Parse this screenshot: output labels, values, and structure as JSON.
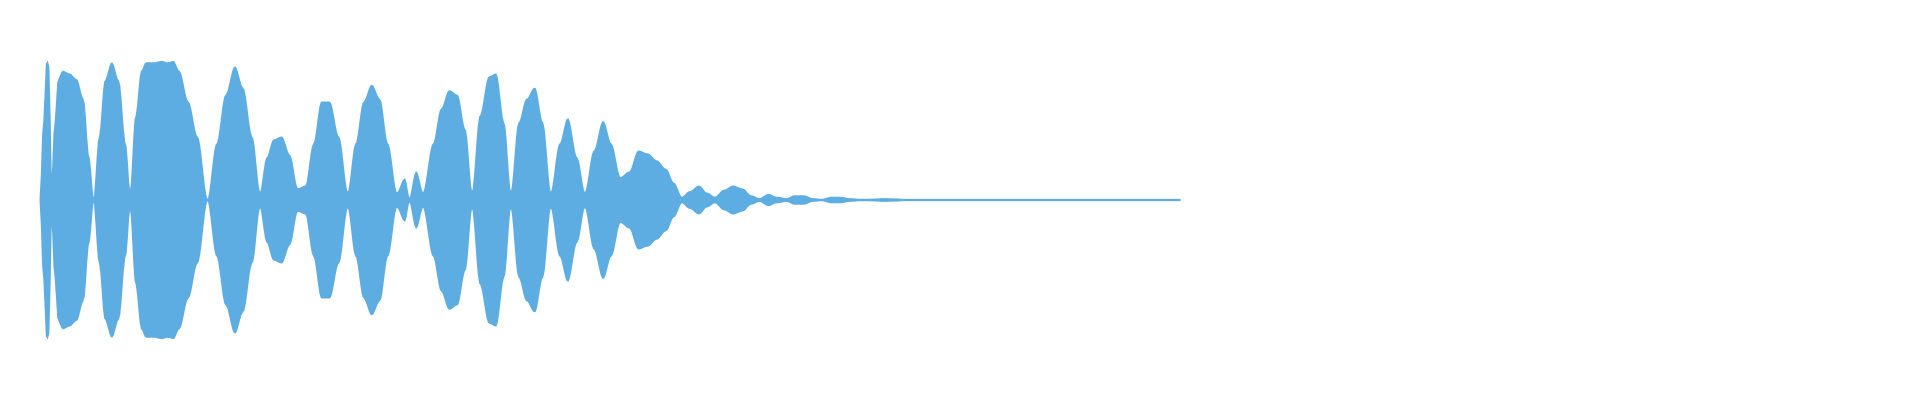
{
  "waveform": {
    "color": "#5dade2",
    "background": "#ffffff",
    "played_fraction": 1.0,
    "envelope": [
      [
        0.0,
        0.0
      ],
      [
        0.003,
        0.55
      ],
      [
        0.006,
        1.0
      ],
      [
        0.008,
        0.95
      ],
      [
        0.01,
        0.1
      ],
      [
        0.013,
        0.55
      ],
      [
        0.016,
        0.86
      ],
      [
        0.02,
        0.92
      ],
      [
        0.026,
        0.9
      ],
      [
        0.032,
        0.86
      ],
      [
        0.038,
        0.72
      ],
      [
        0.043,
        0.3
      ],
      [
        0.047,
        0.0
      ],
      [
        0.052,
        0.45
      ],
      [
        0.057,
        0.85
      ],
      [
        0.063,
        0.98
      ],
      [
        0.069,
        0.85
      ],
      [
        0.075,
        0.4
      ],
      [
        0.079,
        0.05
      ],
      [
        0.084,
        0.6
      ],
      [
        0.089,
        0.92
      ],
      [
        0.093,
        0.98
      ],
      [
        0.1,
        0.98
      ],
      [
        0.107,
        0.99
      ],
      [
        0.112,
        0.98
      ],
      [
        0.117,
        0.99
      ],
      [
        0.122,
        0.92
      ],
      [
        0.13,
        0.7
      ],
      [
        0.138,
        0.45
      ],
      [
        0.147,
        0.0
      ],
      [
        0.155,
        0.4
      ],
      [
        0.163,
        0.75
      ],
      [
        0.171,
        0.95
      ],
      [
        0.178,
        0.8
      ],
      [
        0.186,
        0.45
      ],
      [
        0.193,
        0.05
      ],
      [
        0.199,
        0.3
      ],
      [
        0.205,
        0.43
      ],
      [
        0.212,
        0.45
      ],
      [
        0.219,
        0.32
      ],
      [
        0.226,
        0.08
      ],
      [
        0.233,
        0.1
      ],
      [
        0.24,
        0.4
      ],
      [
        0.247,
        0.7
      ],
      [
        0.254,
        0.7
      ],
      [
        0.262,
        0.45
      ],
      [
        0.27,
        0.05
      ],
      [
        0.277,
        0.4
      ],
      [
        0.284,
        0.7
      ],
      [
        0.291,
        0.82
      ],
      [
        0.298,
        0.72
      ],
      [
        0.305,
        0.4
      ],
      [
        0.313,
        0.05
      ],
      [
        0.32,
        0.15
      ],
      [
        0.324,
        0.01
      ],
      [
        0.33,
        0.2
      ],
      [
        0.336,
        0.05
      ],
      [
        0.345,
        0.4
      ],
      [
        0.352,
        0.65
      ],
      [
        0.359,
        0.78
      ],
      [
        0.366,
        0.75
      ],
      [
        0.373,
        0.5
      ],
      [
        0.379,
        0.05
      ],
      [
        0.386,
        0.6
      ],
      [
        0.394,
        0.88
      ],
      [
        0.4,
        0.9
      ],
      [
        0.407,
        0.55
      ],
      [
        0.413,
        0.05
      ],
      [
        0.42,
        0.55
      ],
      [
        0.427,
        0.72
      ],
      [
        0.434,
        0.8
      ],
      [
        0.441,
        0.55
      ],
      [
        0.448,
        0.05
      ],
      [
        0.456,
        0.4
      ],
      [
        0.463,
        0.58
      ],
      [
        0.471,
        0.3
      ],
      [
        0.478,
        0.05
      ],
      [
        0.486,
        0.35
      ],
      [
        0.494,
        0.56
      ],
      [
        0.501,
        0.4
      ],
      [
        0.509,
        0.16
      ],
      [
        0.517,
        0.2
      ],
      [
        0.525,
        0.35
      ],
      [
        0.533,
        0.33
      ],
      [
        0.541,
        0.28
      ],
      [
        0.549,
        0.22
      ],
      [
        0.556,
        0.12
      ],
      [
        0.563,
        0.02
      ],
      [
        0.57,
        0.06
      ],
      [
        0.578,
        0.1
      ],
      [
        0.585,
        0.05
      ],
      [
        0.592,
        0.02
      ],
      [
        0.6,
        0.07
      ],
      [
        0.608,
        0.1
      ],
      [
        0.616,
        0.08
      ],
      [
        0.624,
        0.03
      ],
      [
        0.631,
        0.01
      ],
      [
        0.639,
        0.04
      ],
      [
        0.646,
        0.02
      ],
      [
        0.655,
        0.01
      ],
      [
        0.662,
        0.03
      ],
      [
        0.67,
        0.03
      ],
      [
        0.678,
        0.01
      ],
      [
        0.686,
        0.005
      ],
      [
        0.694,
        0.02
      ],
      [
        0.702,
        0.02
      ],
      [
        0.71,
        0.01
      ],
      [
        0.72,
        0.005
      ],
      [
        0.73,
        0.006
      ],
      [
        0.74,
        0.01
      ],
      [
        0.75,
        0.008
      ],
      [
        0.76,
        0.003
      ],
      [
        0.775,
        0.003
      ],
      [
        0.79,
        0.002
      ],
      [
        0.8,
        0.0015
      ],
      [
        0.815,
        0.001
      ],
      [
        0.83,
        0.0008
      ],
      [
        0.85,
        0.0005
      ],
      [
        1.0,
        0.0003
      ]
    ]
  }
}
